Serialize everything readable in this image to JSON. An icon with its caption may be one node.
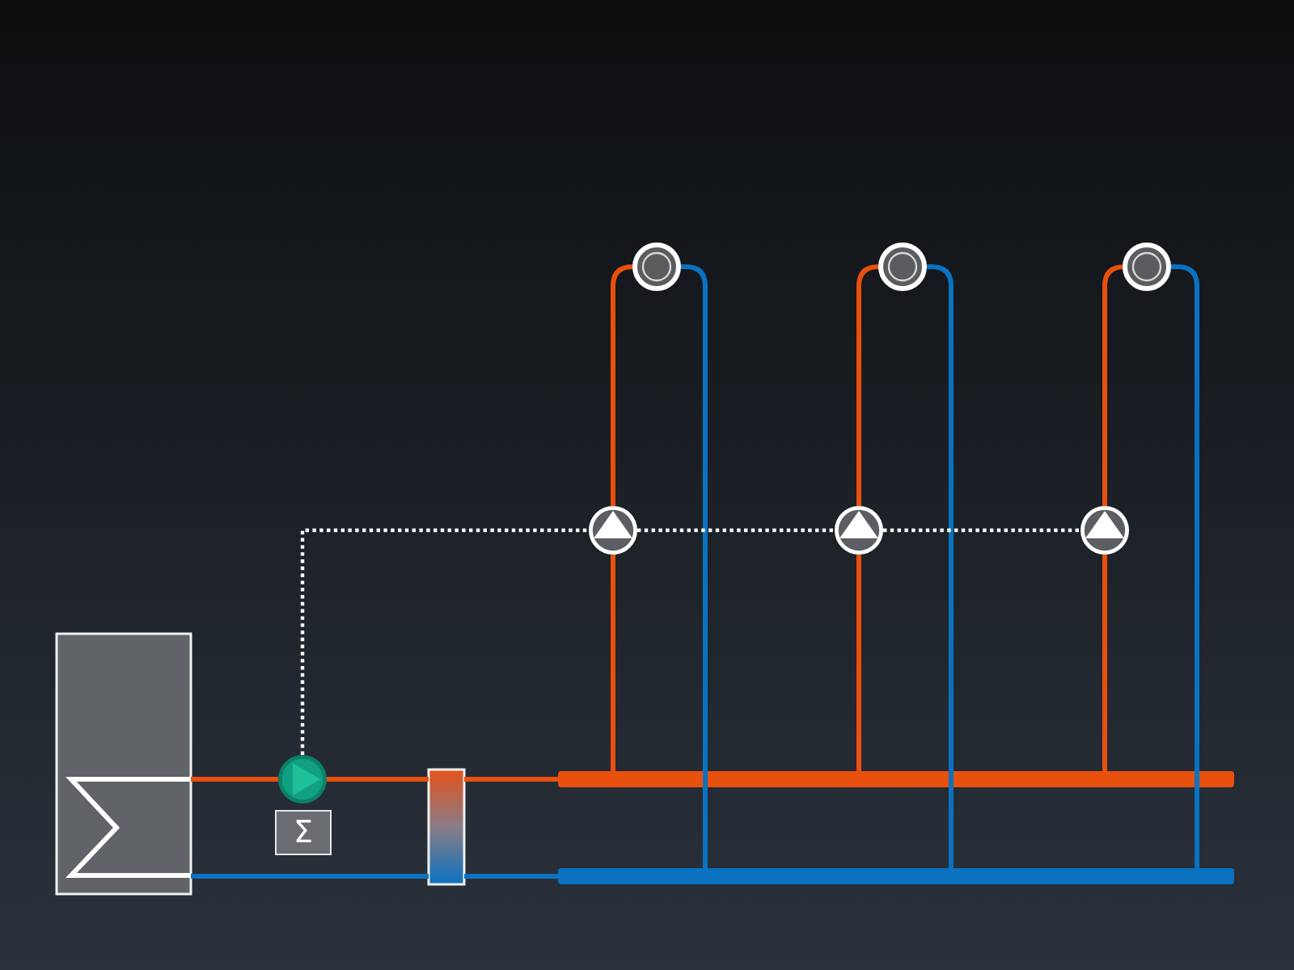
{
  "diagram": {
    "nodes": [
      {
        "text": [],
        "shape": "box"
      },
      {
        "text": [],
        "shape": "circle"
      },
      {
        "text": [
          "Σ"
        ]
      },
      {
        "text": [],
        "shape": "bar"
      },
      {
        "text": [],
        "shape": "bar"
      },
      {
        "text": [],
        "shape": "bar"
      },
      {
        "text": [],
        "shape": "circle"
      },
      {
        "text": [],
        "shape": "circle"
      },
      {
        "text": [],
        "shape": "circle"
      },
      {
        "text": [],
        "shape": "circle"
      },
      {
        "text": [],
        "shape": "circle"
      },
      {
        "text": [],
        "shape": "circle"
      }
    ],
    "edges": [
      {
        "from": 0,
        "to": 1,
        "arrow": "none"
      },
      {
        "from": 1,
        "to": 3,
        "arrow": "none"
      },
      {
        "from": 3,
        "to": 4,
        "arrow": "none"
      },
      {
        "from": 4,
        "to": 6,
        "arrow": "none"
      },
      {
        "from": 6,
        "to": 9,
        "arrow": "none"
      },
      {
        "from": 9,
        "to": 5,
        "arrow": "none",
        "color": "#0a72c0"
      },
      {
        "from": 4,
        "to": 7,
        "arrow": "none"
      },
      {
        "from": 7,
        "to": 10,
        "arrow": "none"
      },
      {
        "from": 10,
        "to": 5,
        "arrow": "none",
        "color": "#0a72c0"
      },
      {
        "from": 4,
        "to": 8,
        "arrow": "none"
      },
      {
        "from": 8,
        "to": 11,
        "arrow": "none"
      },
      {
        "from": 11,
        "to": 5,
        "arrow": "none",
        "color": "#0a72c0"
      },
      {
        "from": 5,
        "to": 3,
        "arrow": "none",
        "color": "#0a72c0"
      },
      {
        "from": 3,
        "to": 0,
        "arrow": "none",
        "color": "#0a72c0"
      },
      {
        "from": 1,
        "to": 6,
        "arrow": "none",
        "style": "dashed",
        "color": "#ffffff"
      },
      {
        "from": 6,
        "to": 7,
        "arrow": "none",
        "style": "dashed",
        "color": "#ffffff"
      },
      {
        "from": 7,
        "to": 8,
        "arrow": "none",
        "style": "dashed",
        "color": "#ffffff"
      }
    ]
  }
}
